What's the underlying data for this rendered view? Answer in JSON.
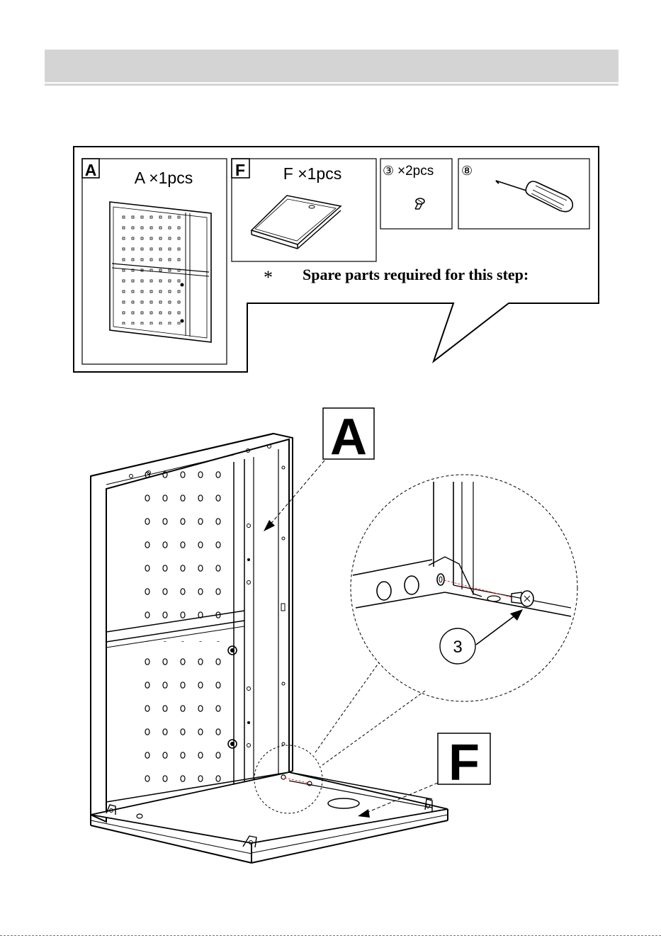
{
  "header": {
    "bar_color": "#d4d4d4"
  },
  "callout": {
    "note_symbol": "*",
    "note_text": "Spare parts required for this step:"
  },
  "parts": [
    {
      "letter": "A",
      "label": "A ×1pcs"
    },
    {
      "letter": "F",
      "label": "F ×1pcs"
    },
    {
      "number": "③",
      "label": "×2pcs"
    },
    {
      "number": "⑧"
    }
  ],
  "assembly": {
    "label_a": "A",
    "label_f": "F",
    "screw_callout": "3"
  }
}
